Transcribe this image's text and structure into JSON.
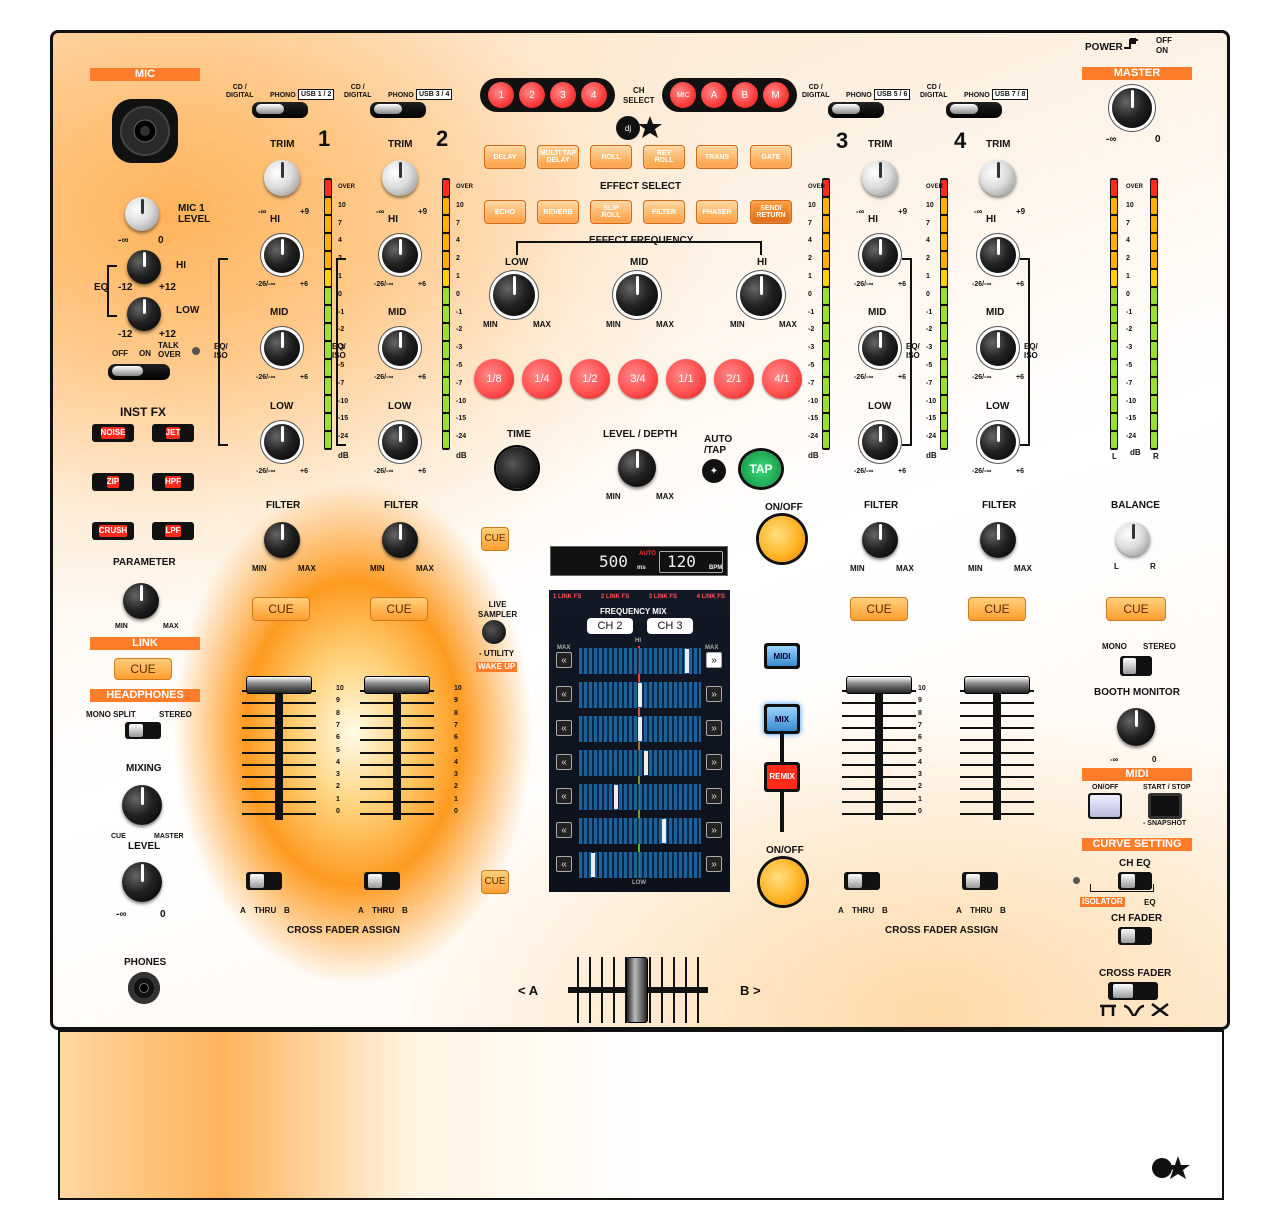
{
  "power": {
    "label": "POWER",
    "off": "OFF",
    "on": "ON"
  },
  "mic": {
    "header": "MIC",
    "level": "MIC 1\nLEVEL",
    "eq": "EQ",
    "hi": "HI",
    "low": "LOW",
    "minus_inf": "-∞",
    "zero": "0",
    "m12": "-12",
    "p12": "+12",
    "off": "OFF",
    "on": "ON",
    "talk_over": "TALK\nOVER"
  },
  "inst_fx": {
    "title": "INST FX",
    "buttons": [
      "NOISE",
      "JET",
      "ZIP",
      "HPF",
      "CRUSH",
      "LPF"
    ],
    "parameter": "PARAMETER",
    "min": "MIN",
    "max": "MAX"
  },
  "link": {
    "header": "LINK",
    "cue": "CUE"
  },
  "headphones": {
    "header": "HEADPHONES",
    "mono_split": "MONO SPLIT",
    "stereo": "STEREO",
    "mixing": "MIXING",
    "cue": "CUE",
    "master": "MASTER",
    "level": "LEVEL",
    "minus_inf": "-∞",
    "zero": "0",
    "phones": "PHONES"
  },
  "channels": [
    {
      "num": "1",
      "src": [
        "CD /\nDIGITAL",
        "PHONO",
        "USB 1 / 2"
      ]
    },
    {
      "num": "2",
      "src": [
        "CD /\nDIGITAL",
        "PHONO",
        "USB 3 / 4"
      ]
    },
    {
      "num": "3",
      "src": [
        "CD /\nDIGITAL",
        "PHONO",
        "USB 5 / 6"
      ]
    },
    {
      "num": "4",
      "src": [
        "CD /\nDIGITAL",
        "PHONO",
        "USB 7 / 8"
      ]
    }
  ],
  "ch_labels": {
    "trim": "TRIM",
    "hi": "HI",
    "mid": "MID",
    "low": "LOW",
    "filter": "FILTER",
    "eq_iso": "EQ/\nISO",
    "cue": "CUE",
    "minus_inf": "-∞",
    "p9": "+9",
    "m26": "-26/-∞",
    "p6": "+6",
    "min": "MIN",
    "max": "MAX",
    "db": "dB",
    "thru": "THRU",
    "a": "A",
    "b": "B",
    "cross_fader_assign": "CROSS FADER ASSIGN"
  },
  "meter_scale": [
    "OVER",
    "10",
    "7",
    "4",
    "2",
    "1",
    "0",
    "-1",
    "-2",
    "-3",
    "-5",
    "-7",
    "-10",
    "-15",
    "-24"
  ],
  "fader_scale": [
    "10",
    "9",
    "8",
    "7",
    "6",
    "5",
    "4",
    "3",
    "2",
    "1",
    "0"
  ],
  "ch_select": {
    "label": "CH\nSELECT",
    "left": [
      "1",
      "2",
      "3",
      "4"
    ],
    "right": [
      "MIC",
      "A",
      "B",
      "M"
    ]
  },
  "effect": {
    "buttons_row1": [
      "DELAY",
      "MULTI TAP\nDELAY",
      "ROLL",
      "REV\nROLL",
      "TRANS",
      "GATE"
    ],
    "select": "EFFECT SELECT",
    "buttons_row2": [
      "ECHO",
      "REVERB",
      "SLIP\nROLL",
      "FILTER",
      "PHASER",
      "SEND/\nRETURN"
    ],
    "frequency": "EFFECT FREQUENCY",
    "low": "LOW",
    "mid": "MID",
    "hi": "HI",
    "min": "MIN",
    "max": "MAX"
  },
  "beats": [
    "1/8",
    "1/4",
    "1/2",
    "3/4",
    "1/1",
    "2/1",
    "4/1"
  ],
  "fx_ctrl": {
    "time": "TIME",
    "level_depth": "LEVEL / DEPTH",
    "auto_tap": "AUTO\n/TAP",
    "tap": "TAP",
    "min": "MIN",
    "max": "MAX",
    "cue": "CUE",
    "on_off": "ON/OFF"
  },
  "display": {
    "ms_value": "500",
    "ms_unit": "ms",
    "auto": "AUTO",
    "bpm_value": "120",
    "bpm_unit": "BPM"
  },
  "freq_mix": {
    "title": "FREQUENCY MIX",
    "ch_a": "CH 2",
    "ch_b": "CH 3",
    "max": "MAX",
    "hi": "HI",
    "low": "LOW",
    "links": [
      "1 LINK FS",
      "2 LINK FS",
      "3 LINK FS",
      "4 LINK FS"
    ]
  },
  "sampler": {
    "live": "LIVE\nSAMPLER",
    "utility": "- UTILITY",
    "wake_up": "WAKE UP",
    "cue": "CUE"
  },
  "mode": {
    "midi": "MIDI",
    "mix": "MIX",
    "remix": "REMIX"
  },
  "crossfader": {
    "a": "< A",
    "b": "B >"
  },
  "master": {
    "header": "MASTER",
    "minus_inf": "-∞",
    "zero": "0",
    "l": "L",
    "r": "R",
    "db": "dB",
    "balance": "BALANCE",
    "cue": "CUE"
  },
  "booth": {
    "mono": "MONO",
    "stereo": "STEREO",
    "label": "BOOTH MONITOR",
    "minus_inf": "-∞",
    "zero": "0"
  },
  "midi": {
    "header": "MIDI",
    "on_off": "ON/OFF",
    "start_stop": "START / STOP",
    "snapshot": "- SNAPSHOT"
  },
  "curve": {
    "header": "CURVE SETTING",
    "ch_eq": "CH EQ",
    "isolator": "ISOLATOR",
    "eq": "EQ",
    "ch_fader": "CH FADER",
    "cross_fader": "CROSS FADER"
  }
}
